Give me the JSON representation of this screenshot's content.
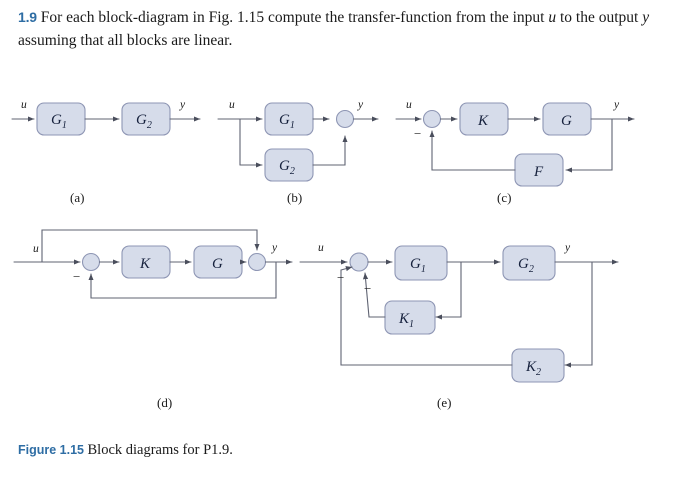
{
  "problem": {
    "number": "1.9",
    "text_part1": "For each block-diagram in Fig. 1.15 compute the transfer-function from the input ",
    "input_symbol": "u",
    "text_part2": " to the output ",
    "output_symbol": "y",
    "text_part3": " assuming that all blocks are linear."
  },
  "figure": {
    "caption_label": "Figure 1.15",
    "caption_text": "Block diagrams for P1.9.",
    "colors": {
      "block_fill": "#d6dcea",
      "block_stroke": "#8e96b4",
      "line": "#5f6372",
      "accent_blue": "#2e6da4",
      "text": "#16213d",
      "background": "#ffffff"
    },
    "panels": [
      {
        "id": "a",
        "label": "(a)",
        "input_label": "u",
        "output_label": "y",
        "blocks": [
          {
            "name": "G",
            "sub": "1"
          },
          {
            "name": "G",
            "sub": "2"
          }
        ],
        "sum_junctions": [],
        "description": "series cascade of G1 and G2"
      },
      {
        "id": "b",
        "label": "(b)",
        "input_label": "u",
        "output_label": "y",
        "blocks": [
          {
            "name": "G",
            "sub": "1"
          },
          {
            "name": "G",
            "sub": "2"
          }
        ],
        "sum_junctions": [
          {
            "signs": [
              "+",
              "+"
            ]
          }
        ],
        "description": "parallel G1 and G2 summed at output"
      },
      {
        "id": "c",
        "label": "(c)",
        "input_label": "u",
        "output_label": "y",
        "blocks": [
          {
            "name": "K",
            "sub": ""
          },
          {
            "name": "G",
            "sub": ""
          },
          {
            "name": "F",
            "sub": ""
          }
        ],
        "sum_junctions": [
          {
            "signs": [
              "+",
              "-"
            ]
          }
        ],
        "negative_sign": "−",
        "description": "feedback loop with K, G forward and F feedback"
      },
      {
        "id": "d",
        "label": "(d)",
        "input_label": "u",
        "output_label": "y",
        "blocks": [
          {
            "name": "K",
            "sub": ""
          },
          {
            "name": "G",
            "sub": ""
          }
        ],
        "sum_junctions": [
          {
            "signs": [
              "+",
              "-"
            ]
          },
          {
            "signs": [
              "+",
              "+"
            ]
          }
        ],
        "negative_sign": "−",
        "description": "unity feedback loop with K, G plus feedforward of u to output sum"
      },
      {
        "id": "e",
        "label": "(e)",
        "input_label": "u",
        "output_label": "y",
        "blocks": [
          {
            "name": "G",
            "sub": "1"
          },
          {
            "name": "G",
            "sub": "2"
          },
          {
            "name": "K",
            "sub": "1"
          },
          {
            "name": "K",
            "sub": "2"
          }
        ],
        "sum_junctions": [
          {
            "signs": [
              "+",
              "-",
              "-"
            ]
          }
        ],
        "negative_sign": "−",
        "description": "inner loop K1 around G1 and outer loop K2 from y"
      }
    ]
  }
}
